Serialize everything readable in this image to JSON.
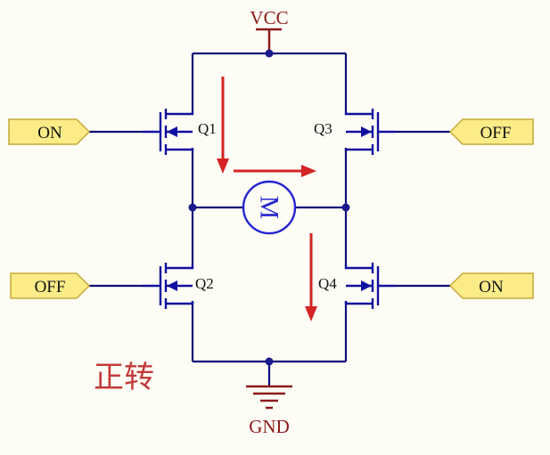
{
  "supply": {
    "vcc": "VCC",
    "gnd": "GND"
  },
  "transistors": [
    "Q1",
    "Q2",
    "Q3",
    "Q4"
  ],
  "inputs": {
    "q1": "ON",
    "q2": "OFF",
    "q3": "OFF",
    "q4": "ON"
  },
  "motor": {
    "symbol": "M"
  },
  "caption": "正转",
  "colors": {
    "wire": "#0d0d7a",
    "node": "#1a1a8c",
    "mosfet": "#1010a0",
    "arrow": "#d42424",
    "ground": "#8b1a1a",
    "tag_fill": "#fbec88",
    "tag_stroke": "#c8a83a",
    "motor": "#2525d0"
  }
}
